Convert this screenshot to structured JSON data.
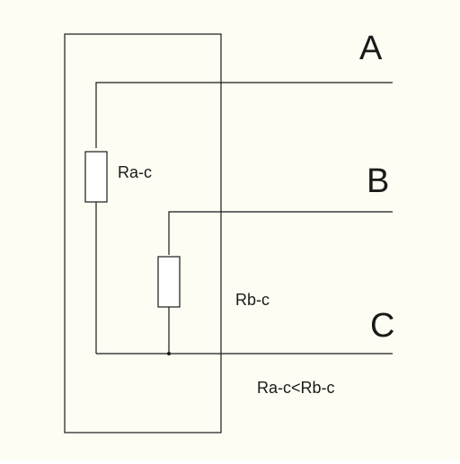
{
  "colors": {
    "page_background": "#ffffff",
    "diagram_background": "#fdfdf3",
    "line": "#1a1a1a",
    "resistor_fill": "#ffffff"
  },
  "terminals": {
    "a": "A",
    "b": "B",
    "c": "C"
  },
  "resistors": {
    "ac": "Ra-c",
    "bc": "Rb-c"
  },
  "relation": "Ra-c<Rb-c"
}
